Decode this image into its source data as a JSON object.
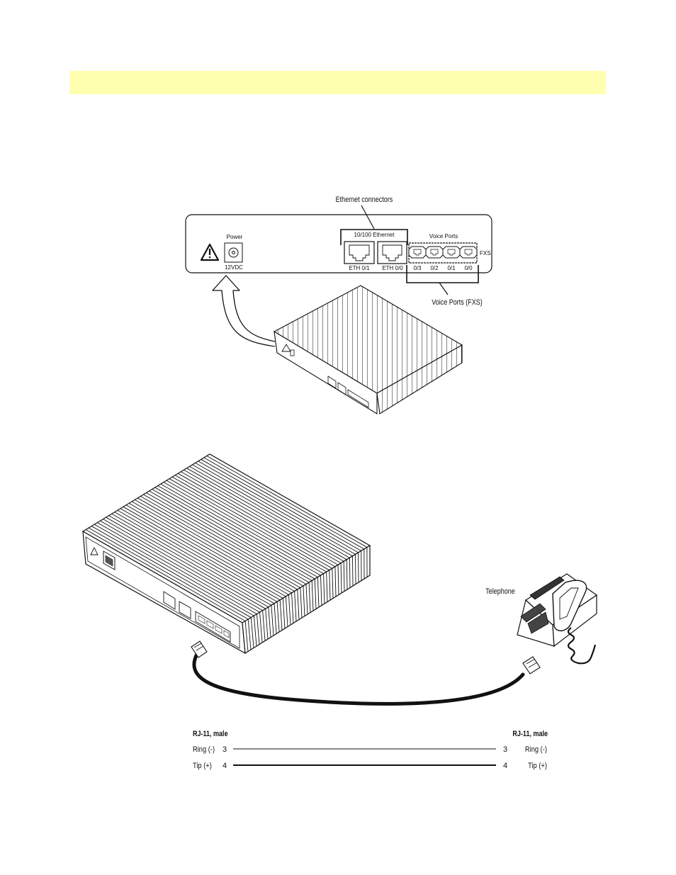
{
  "callouts": {
    "ethernet_connectors": "Ethernet connectors",
    "voice_ports_fxs": "Voice Ports (FXS)",
    "telephone": "Telephone"
  },
  "panel": {
    "power_label": "Power",
    "power_rating": "12VDC",
    "ethernet_group_label": "10/100 Ethernet",
    "eth_ports": [
      "ETH 0/1",
      "ETH 0/0"
    ],
    "voice_group_label": "Voice Ports",
    "voice_ports": [
      "0/3",
      "0/2",
      "0/1",
      "0/0"
    ],
    "fxs_label": "FXS"
  },
  "pinout": {
    "left_header": "RJ-11, male",
    "right_header": "RJ-11, male",
    "rows": [
      {
        "name": "Ring (-)",
        "pin_left": "3",
        "pin_right": "3",
        "name_right": "Ring (-)"
      },
      {
        "name": "Tip (+)",
        "pin_left": "4",
        "pin_right": "4",
        "name_right": "Tip (+)"
      }
    ]
  },
  "colors": {
    "banner": "#ffffb0",
    "line": "#111111"
  }
}
